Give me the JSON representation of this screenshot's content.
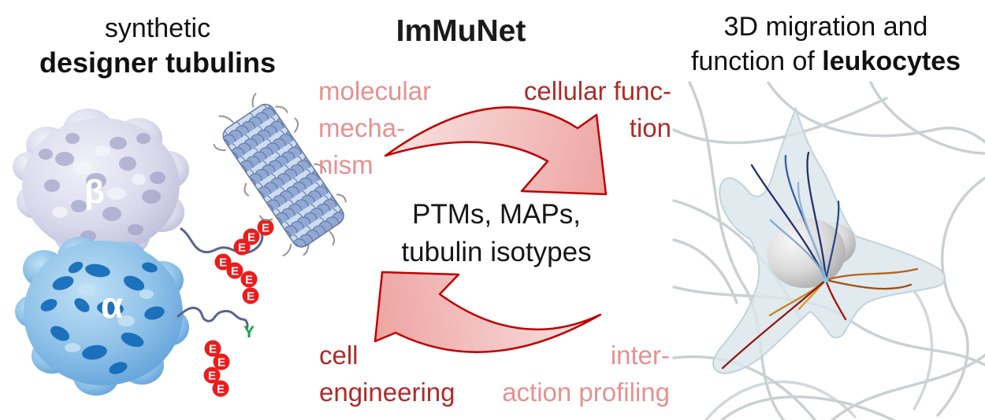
{
  "left_panel": {
    "title_line1": "synthetic",
    "title_line2": "designer tubulins",
    "beta_subunit_label": "β",
    "alpha_subunit_label": "α",
    "glutamate_residue_label": "E",
    "tyrosine_residue_label": "Y"
  },
  "center_panel": {
    "title": "ImMuNet",
    "molecular_mechanism": {
      "line1": "molecular",
      "line2": "mecha-",
      "line3": "nism"
    },
    "cellular_function": {
      "line1": "cellular func-",
      "line2": "tion"
    },
    "hub": {
      "line1": "PTMs, MAPs,",
      "line2": "tubulin isotypes"
    },
    "cell_engineering": {
      "line1": "cell",
      "line2": "engineering"
    },
    "interaction_profiling": {
      "line1": "inter-",
      "line2": "action profiling"
    }
  },
  "right_panel": {
    "title_line1": "3D migration and",
    "title_line2_regular": "function of ",
    "title_line2_bold": "leukocytes"
  },
  "colors": {
    "label_salmon": "#E59190",
    "label_dark_red": "#AE2B29",
    "arrow_outline": "#C00000",
    "arrow_fill_light": "#F8E0DF",
    "arrow_fill_deep": "#EDA6A4",
    "glutamate_red": "#EC1C1C",
    "tyrosine_green": "#1CA24A",
    "alpha_tubulin_blue": "#1271C4",
    "beta_tubulin_lavender": "#C9C9E2"
  }
}
